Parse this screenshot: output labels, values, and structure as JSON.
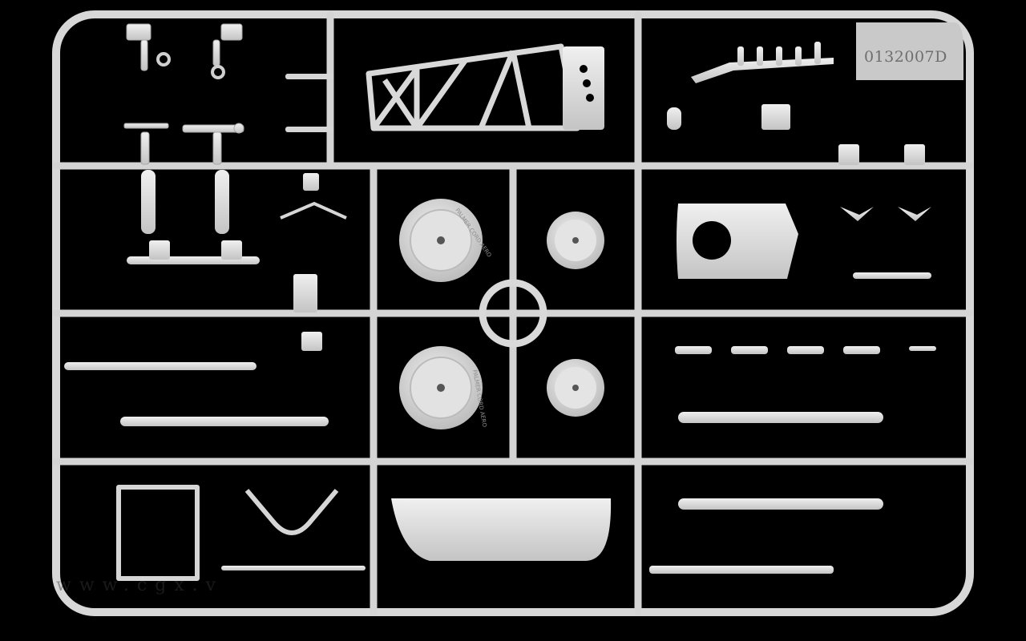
{
  "image": {
    "subject": "model-kit-sprue",
    "background_color": "#000000",
    "plastic_color": "#d9d9d9",
    "plastic_shadow_color": "#9a9a9a"
  },
  "sprue": {
    "part_code": "0132007D",
    "watermark": "www.cgx.v"
  },
  "tire_labels": [
    "PALMER CORD AERO",
    "PALMER CORD AERO"
  ]
}
